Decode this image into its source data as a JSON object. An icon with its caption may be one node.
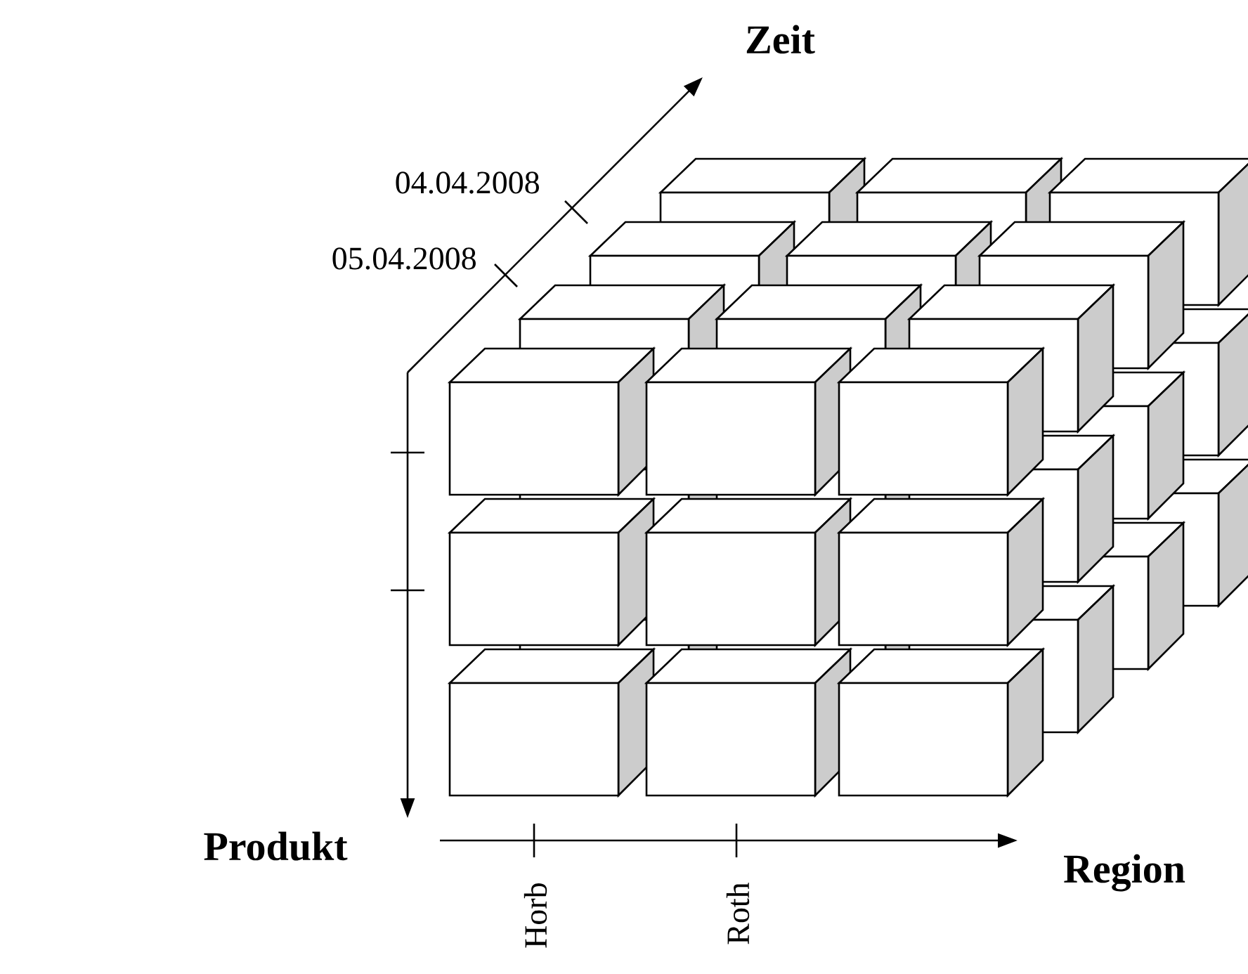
{
  "diagram": {
    "labels": [
      "Zeit",
      "04.04.2008",
      "05.04.2008",
      "Produkt",
      "Region",
      "Horb",
      "Roth"
    ]
  }
}
